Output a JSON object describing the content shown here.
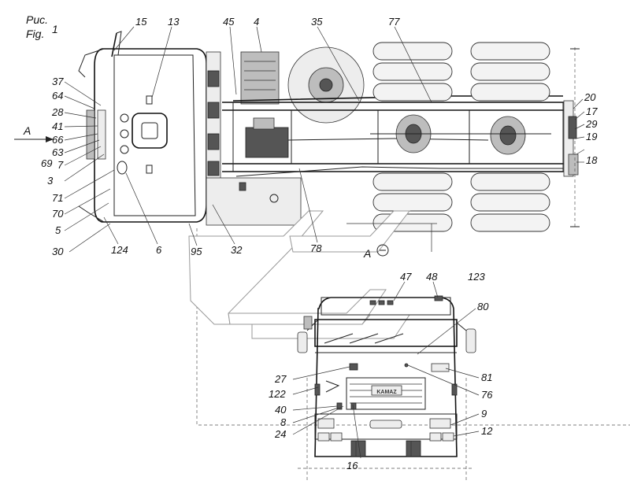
{
  "figure": {
    "caption_ru": "Рис.",
    "caption_en": "Fig.",
    "number": "1"
  },
  "view_marker": {
    "arrow_label": "A",
    "view_label": "A"
  },
  "callouts": {
    "c15": "15",
    "c13": "13",
    "c45": "45",
    "c4": "4",
    "c35": "35",
    "c77": "77",
    "c37": "37",
    "c64": "64",
    "c28": "28",
    "c41": "41",
    "c66": "66",
    "c63": "63",
    "c7": "7",
    "c69": "69",
    "c3": "3",
    "c71": "71",
    "c70": "70",
    "c5": "5",
    "c30": "30",
    "c124": "124",
    "c6": "6",
    "c95": "95",
    "c32": "32",
    "c78": "78",
    "c20": "20",
    "c17": "17",
    "c29": "29",
    "c19": "19",
    "c18": "18",
    "c47": "47",
    "c48": "48",
    "c123": "123",
    "c80": "80",
    "c27": "27",
    "c122": "122",
    "c40": "40",
    "c8": "8",
    "c24": "24",
    "c81": "81",
    "c76": "76",
    "c9": "9",
    "c12": "12",
    "c16": "16"
  },
  "grille_badge": "KAMAZ"
}
